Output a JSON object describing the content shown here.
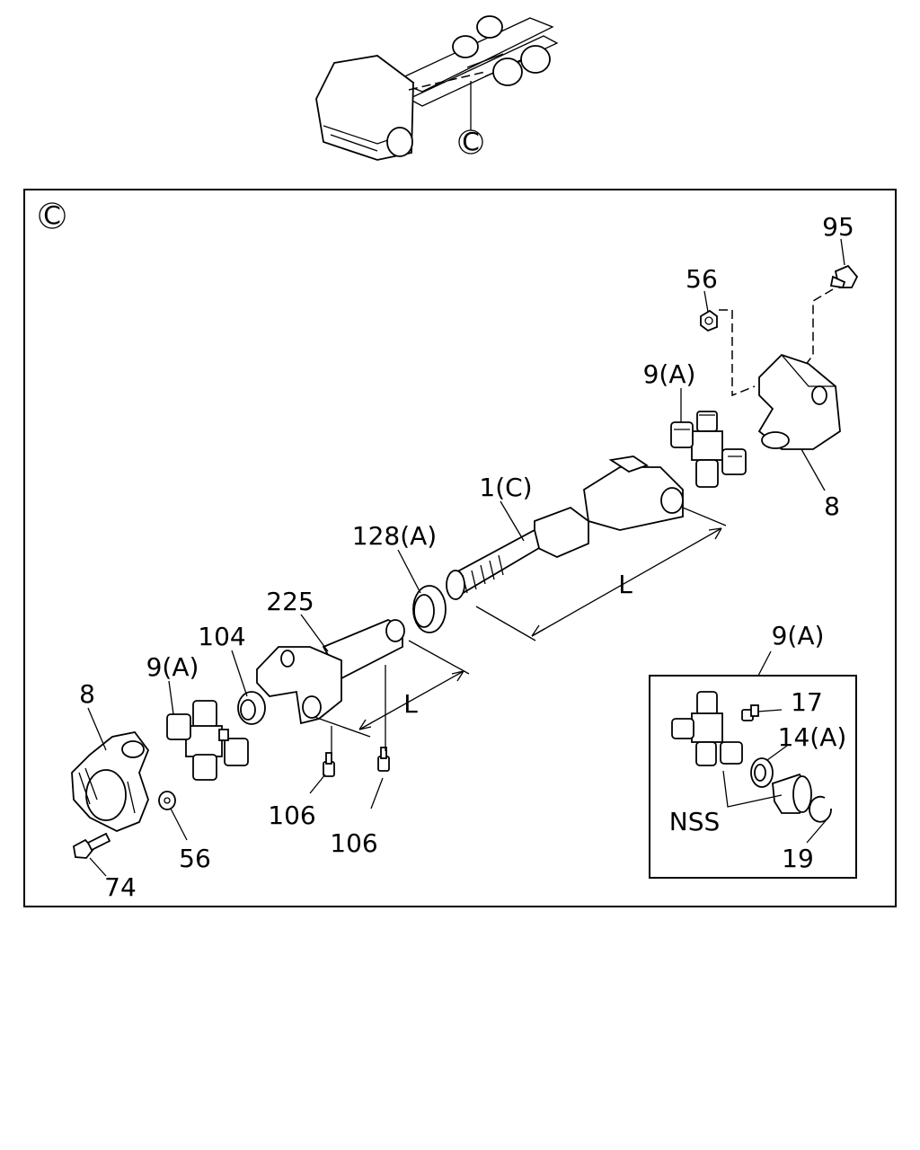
{
  "view_marker": "C",
  "callouts": {
    "p95": "95",
    "p56_top": "56",
    "p9a_top": "9(A)",
    "p8_right": "8",
    "p1c": "1(C)",
    "p128a": "128(A)",
    "dim_l_upper": "L",
    "p225": "225",
    "p104": "104",
    "p9a_left": "9(A)",
    "p8_left": "8",
    "dim_l_lower": "L",
    "p106_a": "106",
    "p106_b": "106",
    "p56_bottom": "56",
    "p74": "74"
  },
  "inset": {
    "title": "9(A)",
    "p17": "17",
    "p14a": "14(A)",
    "nss": "NSS",
    "p19": "19"
  }
}
